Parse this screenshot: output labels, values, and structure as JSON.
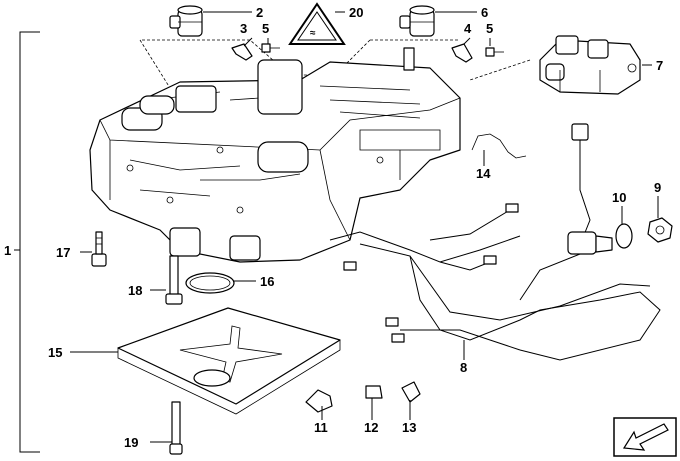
{
  "callouts": {
    "c1": "1",
    "c2": "2",
    "c3": "3",
    "c4": "4",
    "c5a": "5",
    "c5b": "5",
    "c6": "6",
    "c7": "7",
    "c8": "8",
    "c9": "9",
    "c10": "10",
    "c11": "11",
    "c12": "12",
    "c13": "13",
    "c14": "14",
    "c15": "15",
    "c16": "16",
    "c17": "17",
    "c18": "18",
    "c19": "19",
    "c20": "20"
  },
  "icons": {
    "warning": "warning-triangle-icon",
    "nav": "next-page-arrow-icon"
  }
}
